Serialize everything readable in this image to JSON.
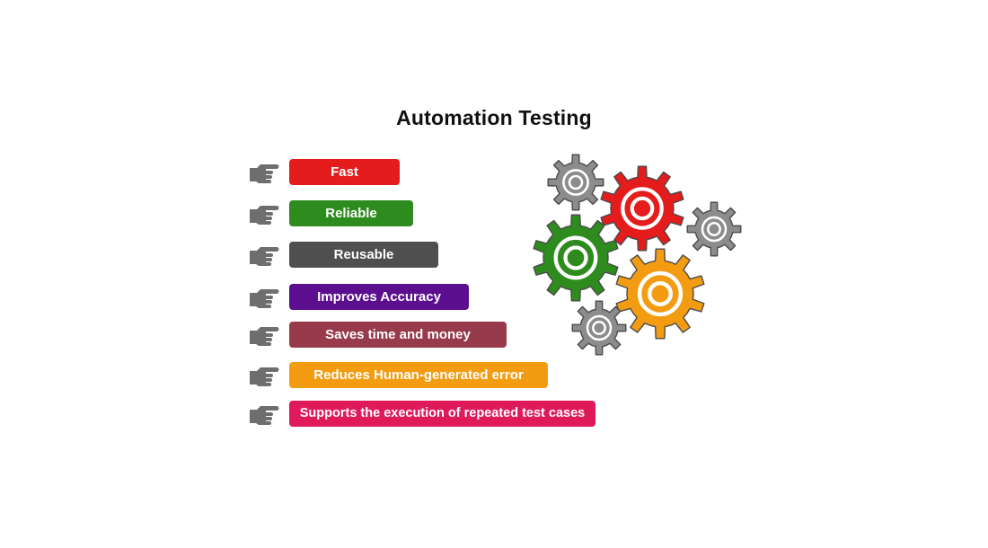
{
  "title": "Automation Testing",
  "benefits": [
    {
      "label": "Fast",
      "color": "#e41c1c"
    },
    {
      "label": "Reliable",
      "color": "#2e8b1e"
    },
    {
      "label": "Reusable",
      "color": "#4f4f4f"
    },
    {
      "label": "Improves Accuracy",
      "color": "#5b0f8f"
    },
    {
      "label": "Saves time and money",
      "color": "#963a4c"
    },
    {
      "label": "Reduces Human-generated error",
      "color": "#f39c12"
    },
    {
      "label": "Supports the execution of repeated test cases",
      "color": "#e0195a"
    }
  ],
  "icons": {
    "pointer": "pointing-hand-icon",
    "gear": "gear-icon"
  },
  "gear_colors": {
    "red": "#e41c1c",
    "green": "#2e8b1e",
    "orange": "#f39c12",
    "gray": "#8c8c8c"
  }
}
